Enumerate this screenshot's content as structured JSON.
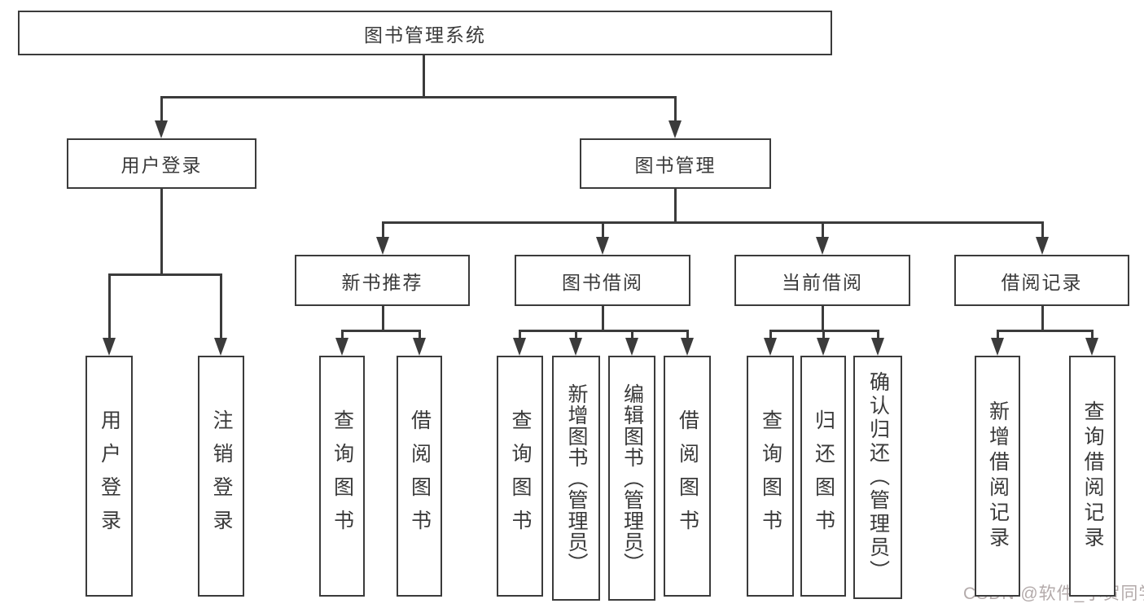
{
  "diagram": {
    "title": "图书管理系统",
    "nodes": [
      {
        "id": "root",
        "label": "图书管理系统",
        "parent": null
      },
      {
        "id": "user-login",
        "label": "用户登录",
        "parent": "root"
      },
      {
        "id": "book-mgmt",
        "label": "图书管理",
        "parent": "root"
      },
      {
        "id": "login",
        "label": "用户登录",
        "parent": "user-login"
      },
      {
        "id": "logout",
        "label": "注销登录",
        "parent": "user-login"
      },
      {
        "id": "new-book-rec",
        "label": "新书推荐",
        "parent": "book-mgmt"
      },
      {
        "id": "book-borrow",
        "label": "图书借阅",
        "parent": "book-mgmt"
      },
      {
        "id": "current-borrow",
        "label": "当前借阅",
        "parent": "book-mgmt"
      },
      {
        "id": "borrow-records",
        "label": "借阅记录",
        "parent": "book-mgmt"
      },
      {
        "id": "rec-query-book",
        "label": "查询图书",
        "parent": "new-book-rec"
      },
      {
        "id": "rec-borrow-book",
        "label": "借阅图书",
        "parent": "new-book-rec"
      },
      {
        "id": "bb-query-book",
        "label": "查询图书",
        "parent": "book-borrow"
      },
      {
        "id": "bb-add-book",
        "label": "新增图书（管理员）",
        "parent": "book-borrow"
      },
      {
        "id": "bb-edit-book",
        "label": "编辑图书（管理员）",
        "parent": "book-borrow"
      },
      {
        "id": "bb-borrow-book",
        "label": "借阅图书",
        "parent": "book-borrow"
      },
      {
        "id": "cb-query-book",
        "label": "查询图书",
        "parent": "current-borrow"
      },
      {
        "id": "cb-return-book",
        "label": "归还图书",
        "parent": "current-borrow"
      },
      {
        "id": "cb-confirm-ret",
        "label": "确认归还（管理员）",
        "parent": "current-borrow"
      },
      {
        "id": "br-add-record",
        "label": "新增借阅记录",
        "parent": "borrow-records"
      },
      {
        "id": "br-query-record",
        "label": "查询借阅记录",
        "parent": "borrow-records"
      }
    ]
  },
  "watermark": {
    "text": "CSDN @软件_小贺同学"
  },
  "colors": {
    "line": "#3b3b3b",
    "text": "#3a3a3a",
    "box_background": "#ffffff",
    "page_background": "#ffffff",
    "watermark": "#b3aaaa"
  }
}
